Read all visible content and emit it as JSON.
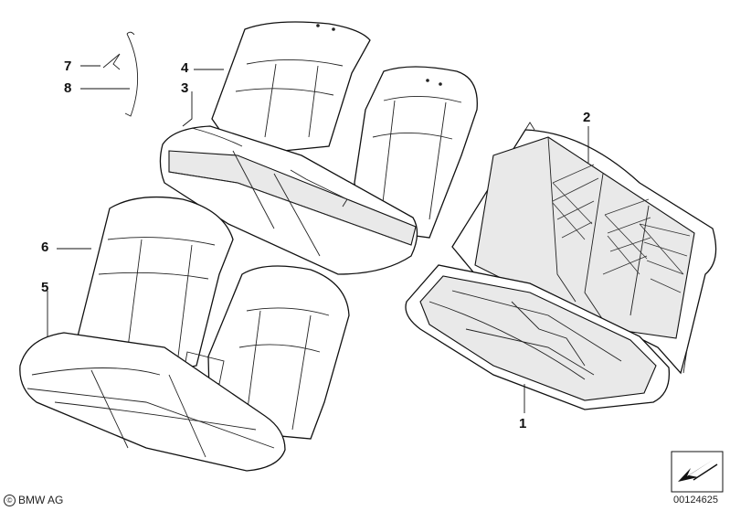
{
  "callouts": [
    {
      "id": "1",
      "label": "1"
    },
    {
      "id": "2",
      "label": "2"
    },
    {
      "id": "3",
      "label": "3"
    },
    {
      "id": "4",
      "label": "4"
    },
    {
      "id": "5",
      "label": "5"
    },
    {
      "id": "6",
      "label": "6"
    },
    {
      "id": "7",
      "label": "7"
    },
    {
      "id": "8",
      "label": "8"
    }
  ],
  "footer": {
    "copyright_symbol": "©",
    "copyright_text": "BMW AG",
    "diagram_id": "00124625"
  },
  "icons": {
    "direction_arrow": "direction-arrow-icon"
  }
}
